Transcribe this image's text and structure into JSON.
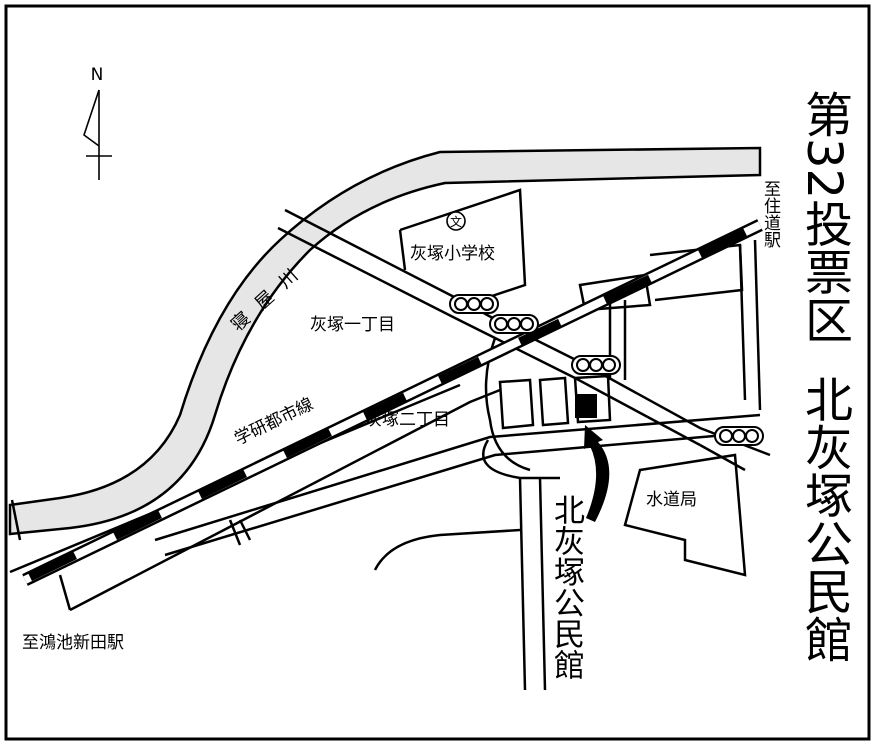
{
  "title": {
    "district": "第32投票区",
    "venue": "北灰塚公民館"
  },
  "compass": {
    "north_label": "N"
  },
  "labels": {
    "river": "寝屋川",
    "railway": "学研都市線",
    "school": "灰塚小学校",
    "school_symbol": "文",
    "area_1": "灰塚一丁目",
    "area_2": "灰塚二丁目",
    "waterworks": "水道局",
    "station_to_sumido": "至住道駅",
    "station_to_konoike": "至鴻池新田駅",
    "venue_pointer": "北灰塚公民館"
  },
  "colors": {
    "river_fill": "#e6e6e6",
    "line": "#000000",
    "background": "#ffffff"
  }
}
